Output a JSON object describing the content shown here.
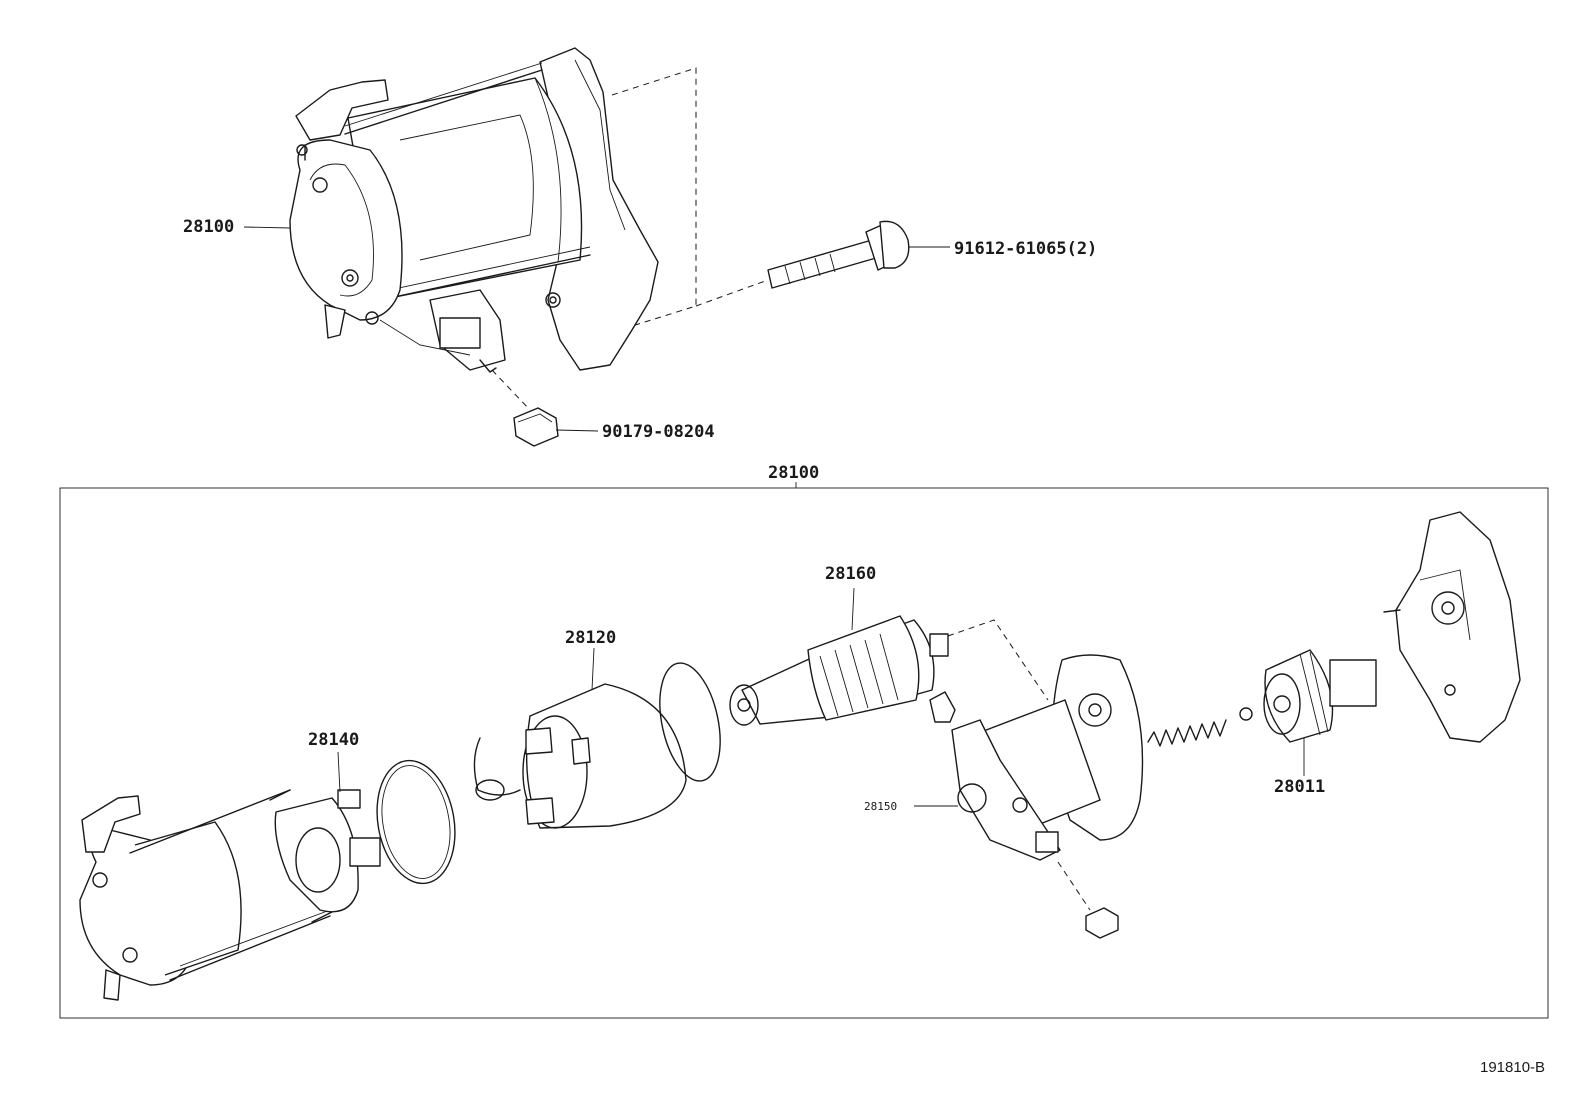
{
  "callouts": {
    "starter_assy_top": "28100",
    "bolt": "91612-61065(2)",
    "nut": "90179-08204",
    "starter_assy_box": "28100",
    "magnet_switch": "28120",
    "armature": "28160",
    "brush_holder": "28140",
    "housing_small": "28150",
    "clutch": "28011"
  },
  "figure_ref": "191810-B"
}
